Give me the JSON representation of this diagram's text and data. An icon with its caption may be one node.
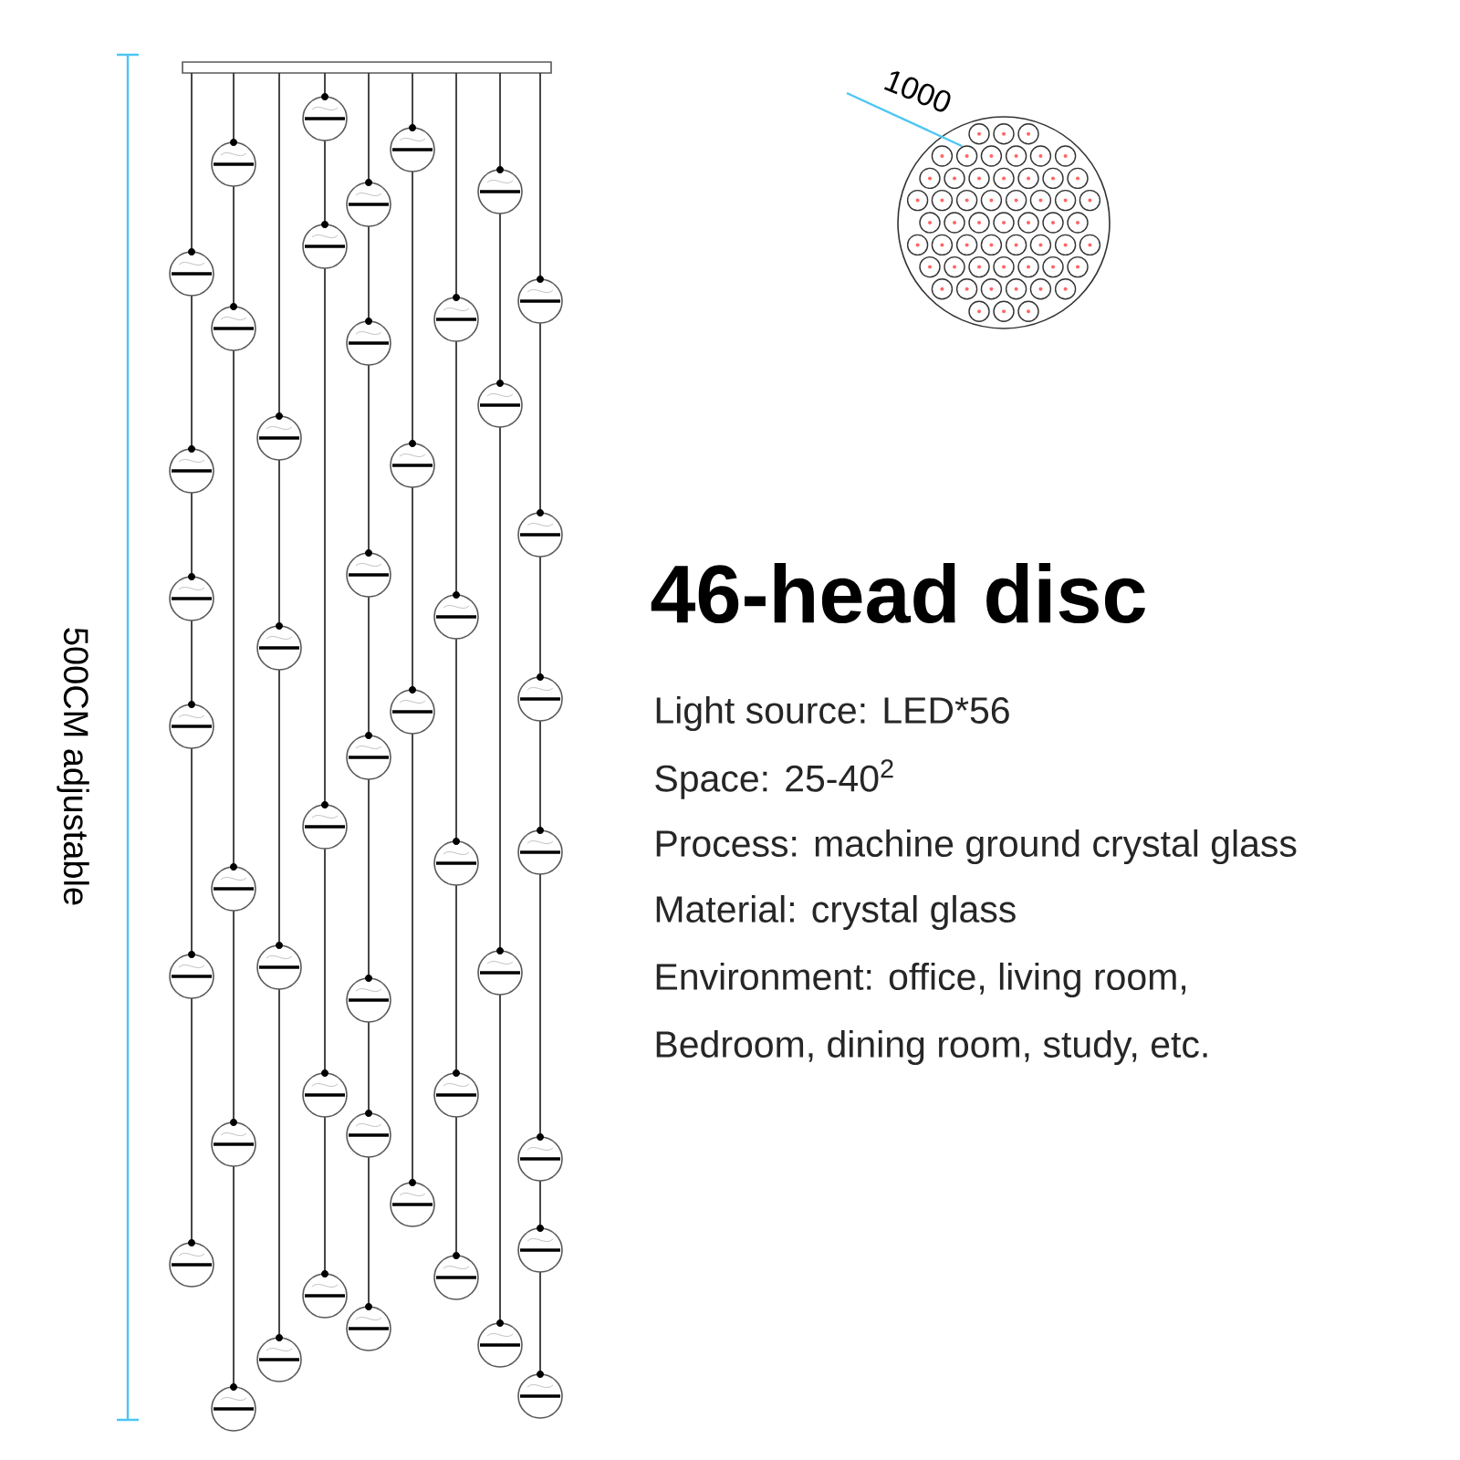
{
  "diagram": {
    "title": "46-head disc",
    "labels": [
      "500CM adjustable",
      "1000",
      "Light source: LED*56",
      "Space: 25-40$^{2}$",
      "Process: machine ground crystal glass",
      "Material: crystal glass",
      "Environment: office, living room,",
      "Bedroom, dining room, study, etc."
    ]
  }
}
